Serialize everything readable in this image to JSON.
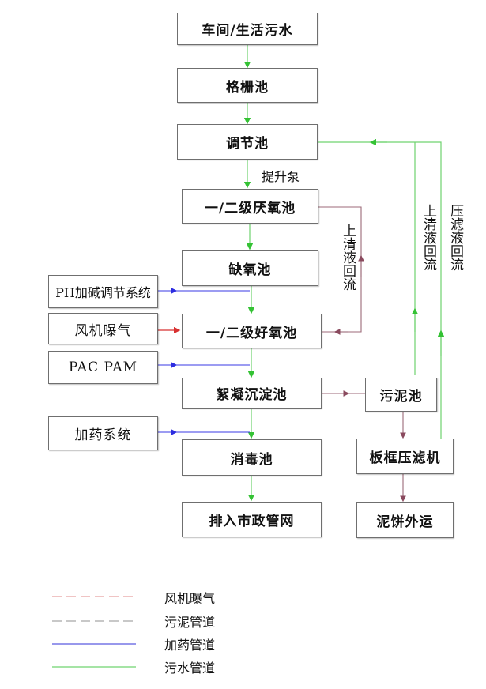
{
  "nodes": {
    "workshop_sewage": "车间/生活污水",
    "grille_tank": "格栅池",
    "regulating_tank": "调节池",
    "anaerobic_tank": "一/二级厌氧池",
    "anoxic_tank": "缺氧池",
    "aerobic_tank": "一/二级好氧池",
    "flocculation_tank": "絮凝沉淀池",
    "disinfection_tank": "消毒池",
    "municipal_network": "排入市政管网",
    "sludge_tank": "污泥池",
    "filter_press": "板框压滤机",
    "sludge_cake": "泥饼外运",
    "ph_system": "PH加碱调节系统",
    "blower": "风机曝气",
    "pac_pam": "PAC PAM",
    "dosing_system": "加药系统"
  },
  "labels": {
    "lift_pump": "提升泵",
    "supernatant_return_1": "上清液回流",
    "supernatant_return_2": "上清液回流",
    "filtrate_return": "压滤液回流"
  },
  "legend": [
    {
      "label": "风机曝气",
      "color": "#e8a0a0",
      "style": "dashed"
    },
    {
      "label": "污泥管道",
      "color": "#a8a8a8",
      "style": "dashed"
    },
    {
      "label": "加药管道",
      "color": "#5a5ae0",
      "style": "solid"
    },
    {
      "label": "污水管道",
      "color": "#6fd36f",
      "style": "solid"
    }
  ],
  "colors": {
    "sewage_pipe": "#6fd36f",
    "dosing_pipe": "#3a3ae6",
    "aeration_pipe": "#d83030",
    "sludge_pipe": "#9c6a78"
  }
}
